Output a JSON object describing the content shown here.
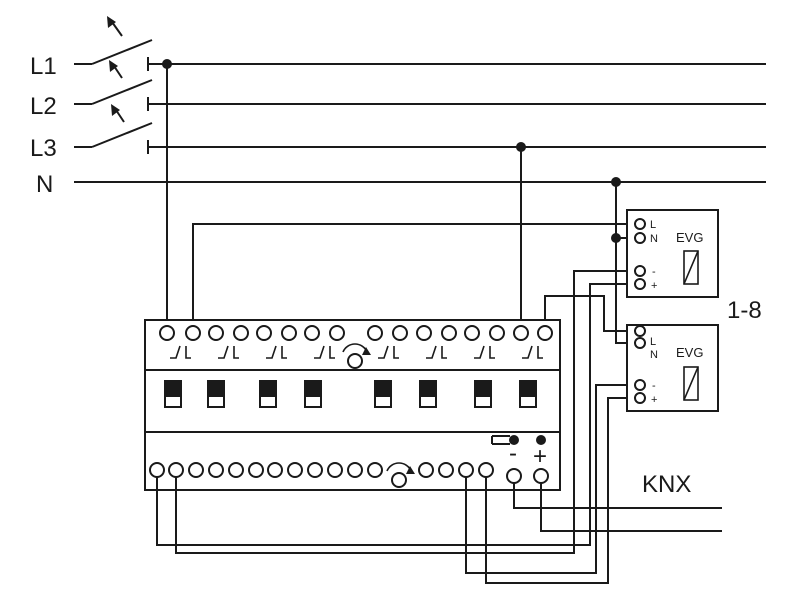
{
  "lines": [
    {
      "id": "L1",
      "label": "L1"
    },
    {
      "id": "L2",
      "label": "L2"
    },
    {
      "id": "L3",
      "label": "L3"
    },
    {
      "id": "N",
      "label": "N"
    }
  ],
  "ballast": {
    "label": "EVG",
    "terminal_L": "L",
    "terminal_N": "N",
    "terminal_minus": "-",
    "terminal_plus": "+"
  },
  "ballast_count_label": "1-8",
  "bus": {
    "label": "KNX",
    "minus": "-",
    "plus": "+"
  }
}
